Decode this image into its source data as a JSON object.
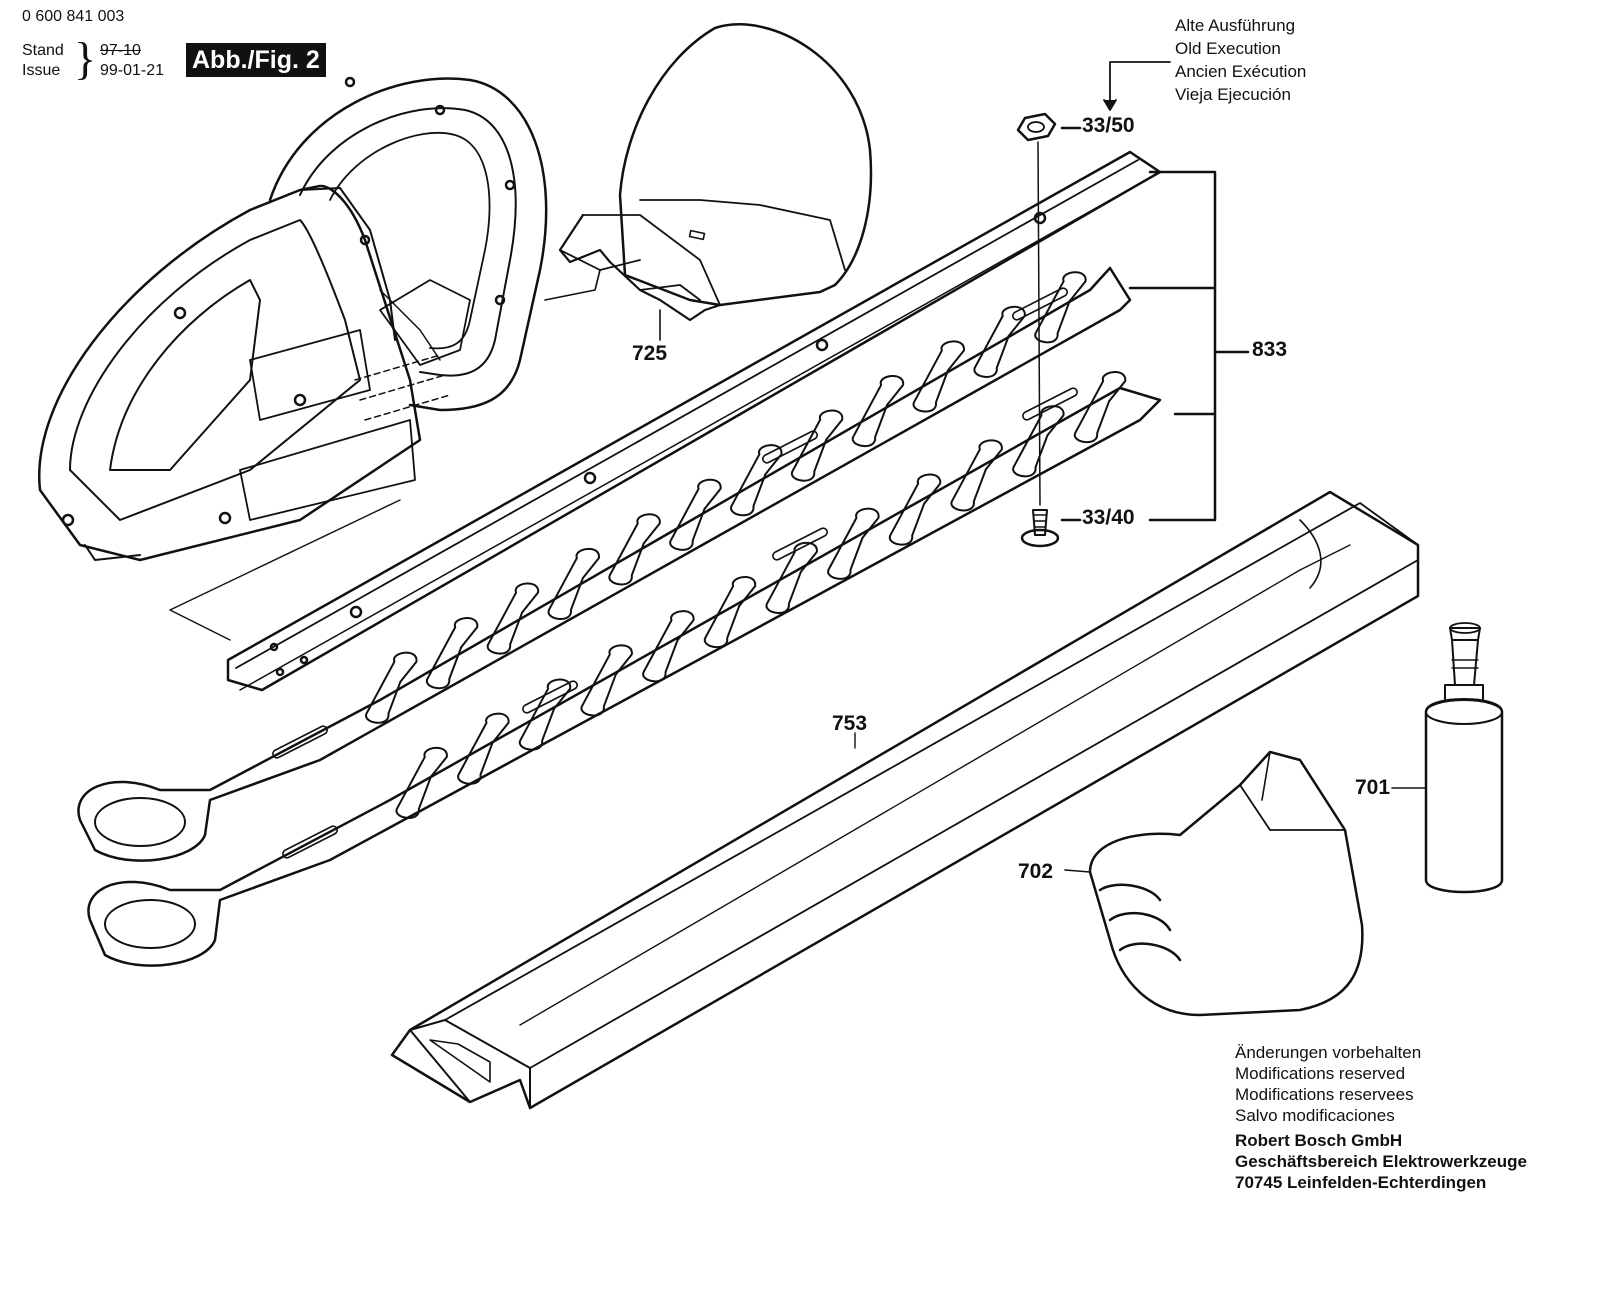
{
  "header": {
    "doc_number": "0 600 841 003",
    "stand_label": "Stand",
    "issue_label": "Issue",
    "old_date": "97-10",
    "issue_date": "99-01-21",
    "figure_badge": "Abb./Fig. 2"
  },
  "old_execution": {
    "lines": [
      "Alte Ausführung",
      "Old Execution",
      "Ancien Exécution",
      "Vieja Ejecución"
    ]
  },
  "parts": {
    "nut": "33/50",
    "guard": "725",
    "blade_set": "833",
    "screw": "33/40",
    "blade_cover": "753",
    "oil_bottle": "701",
    "gloves": "702"
  },
  "footer": {
    "notes": [
      "Änderungen vorbehalten",
      "Modifications reserved",
      "Modifications reservees",
      "Salvo modificaciones"
    ],
    "company": [
      "Robert Bosch GmbH",
      "Geschäftsbereich Elektrowerkzeuge",
      "70745 Leinfelden-Echterdingen"
    ]
  }
}
